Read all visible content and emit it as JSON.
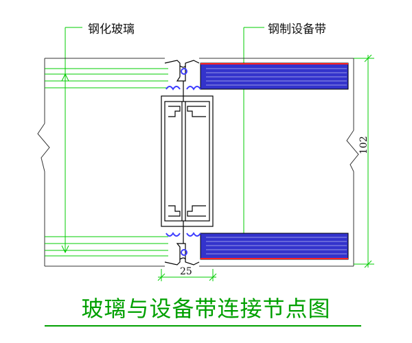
{
  "labels": {
    "glass": "钢化玻璃",
    "steel_band": "钢制设备带"
  },
  "dimensions": {
    "height": "102",
    "width": "25"
  },
  "title": "玻璃与设备带连接节点图",
  "colors": {
    "dimension_line": "#00cc00",
    "title": "#00a000",
    "panel_fill": "#3333cc",
    "panel_edge": "#ff2222",
    "gasket": "#3b3bff",
    "outline": "#000000"
  }
}
